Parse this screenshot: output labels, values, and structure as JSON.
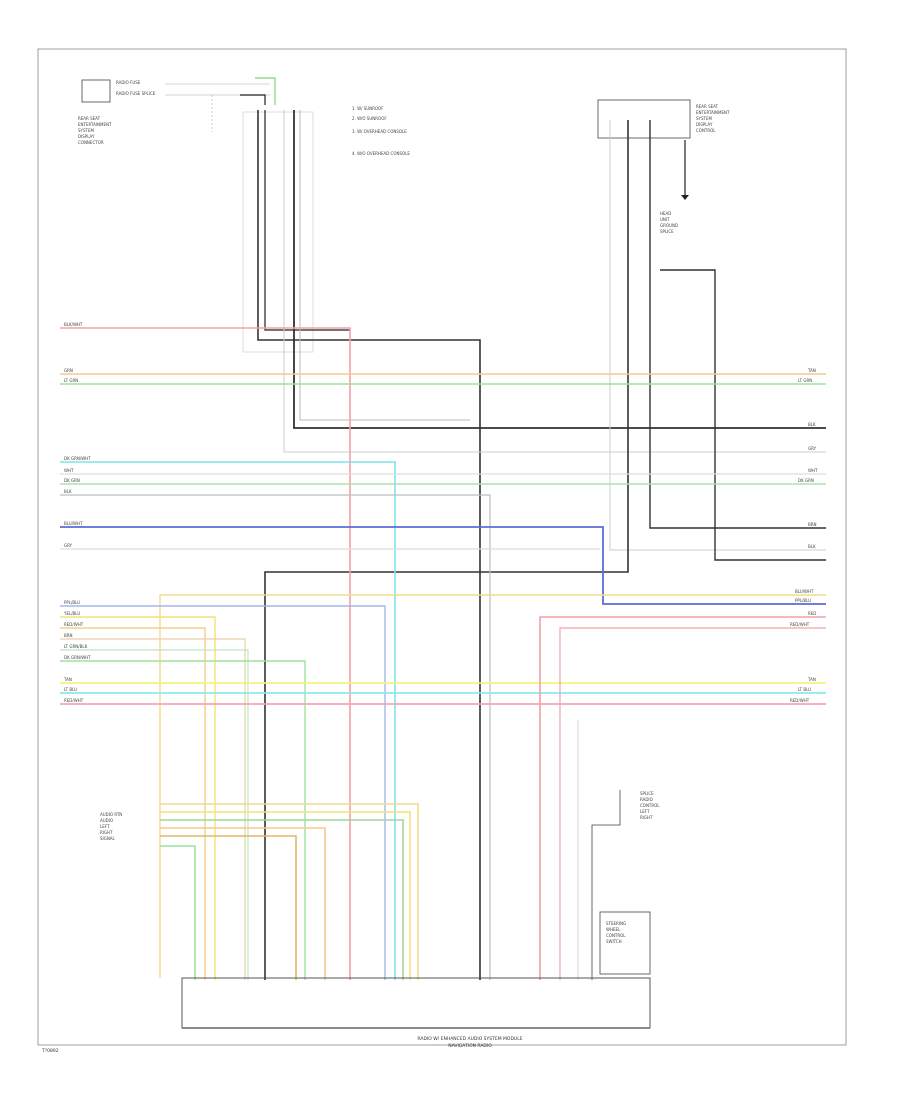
{
  "title_block": {
    "module_title": "RADIO W/ ENHANCED AUDIO SYSTEM MODULE",
    "module_subtitle": "NAVIGATION RADIO"
  },
  "page_code": "T?0892",
  "left_labels": [
    "BLK/WHT",
    "GRN",
    "LT GRN",
    "DK GRN/WHT",
    "WHT",
    "DK GRN",
    "BLK",
    "BLU/WHT",
    "GRY",
    "PPL/BLU",
    "YEL/BLU",
    "RED/WHT",
    "BRN",
    "LT GRN/BLK",
    "DK GRN/WHT",
    "TAN",
    "LT BLU",
    "RED/WHT"
  ],
  "right_labels": [
    "TAN",
    "LT GRN",
    "BLK",
    "GRY",
    "WHT",
    "DK GRN",
    "BRN",
    "BLK",
    "BLU/WHT",
    "PPL/BLU",
    "RED",
    "RED/WHT",
    "TAN",
    "LT BLU",
    "RED/WHT"
  ],
  "notes": {
    "top_left_connector": [
      "RADIO FUSE",
      "RADIO FUSE SPLICE"
    ],
    "top_left_block": [
      "REAR SEAT",
      "ENTERTAINMENT",
      "SYSTEM",
      "DISPLAY",
      "CONNECTOR"
    ],
    "legend": [
      "1. W/ SUNROOF",
      "2. W/O SUNROOF",
      "3. W/ OVERHEAD CONSOLE",
      "4. W/O OVERHEAD CONSOLE"
    ],
    "top_right_block": [
      "REAR SEAT",
      "ENTERTAINMENT",
      "SYSTEM",
      "DISPLAY",
      "CONTROL"
    ],
    "right_ground": [
      "HEAD",
      "UNIT",
      "GROUND",
      "SPLICE"
    ],
    "bottom_left_stack": [
      "AUDIO RTN",
      "AUDIO",
      "LEFT",
      "RIGHT",
      "SIGNAL"
    ],
    "bottom_right_block": [
      "STEERING",
      "WHEEL",
      "CONTROL",
      "SWITCH"
    ],
    "bottom_right_side": [
      "SPLICE",
      "RADIO",
      "CONTROL",
      "LEFT",
      "RIGHT"
    ]
  }
}
